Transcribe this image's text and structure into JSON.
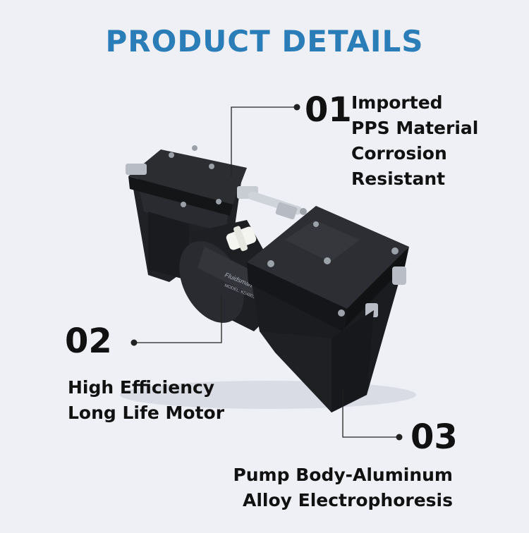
{
  "title": "PRODUCT DETAILS",
  "features": [
    {
      "number": "01",
      "lines": [
        "Imported",
        "PPS Material",
        "Corrosion",
        "Resistant"
      ]
    },
    {
      "number": "02",
      "lines": [
        "High Efficiency",
        "Long Life Motor"
      ]
    },
    {
      "number": "03",
      "lines": [
        "Pump Body-Aluminum",
        "Alloy Electrophoresis"
      ]
    }
  ],
  "product_label": {
    "brand": "Fluidsmart",
    "model": "MODEL: KD480172"
  },
  "colors": {
    "title": "#2b7db8",
    "background": "#eef0f6",
    "text": "#111111",
    "pump_body": "#1b1c1f"
  }
}
